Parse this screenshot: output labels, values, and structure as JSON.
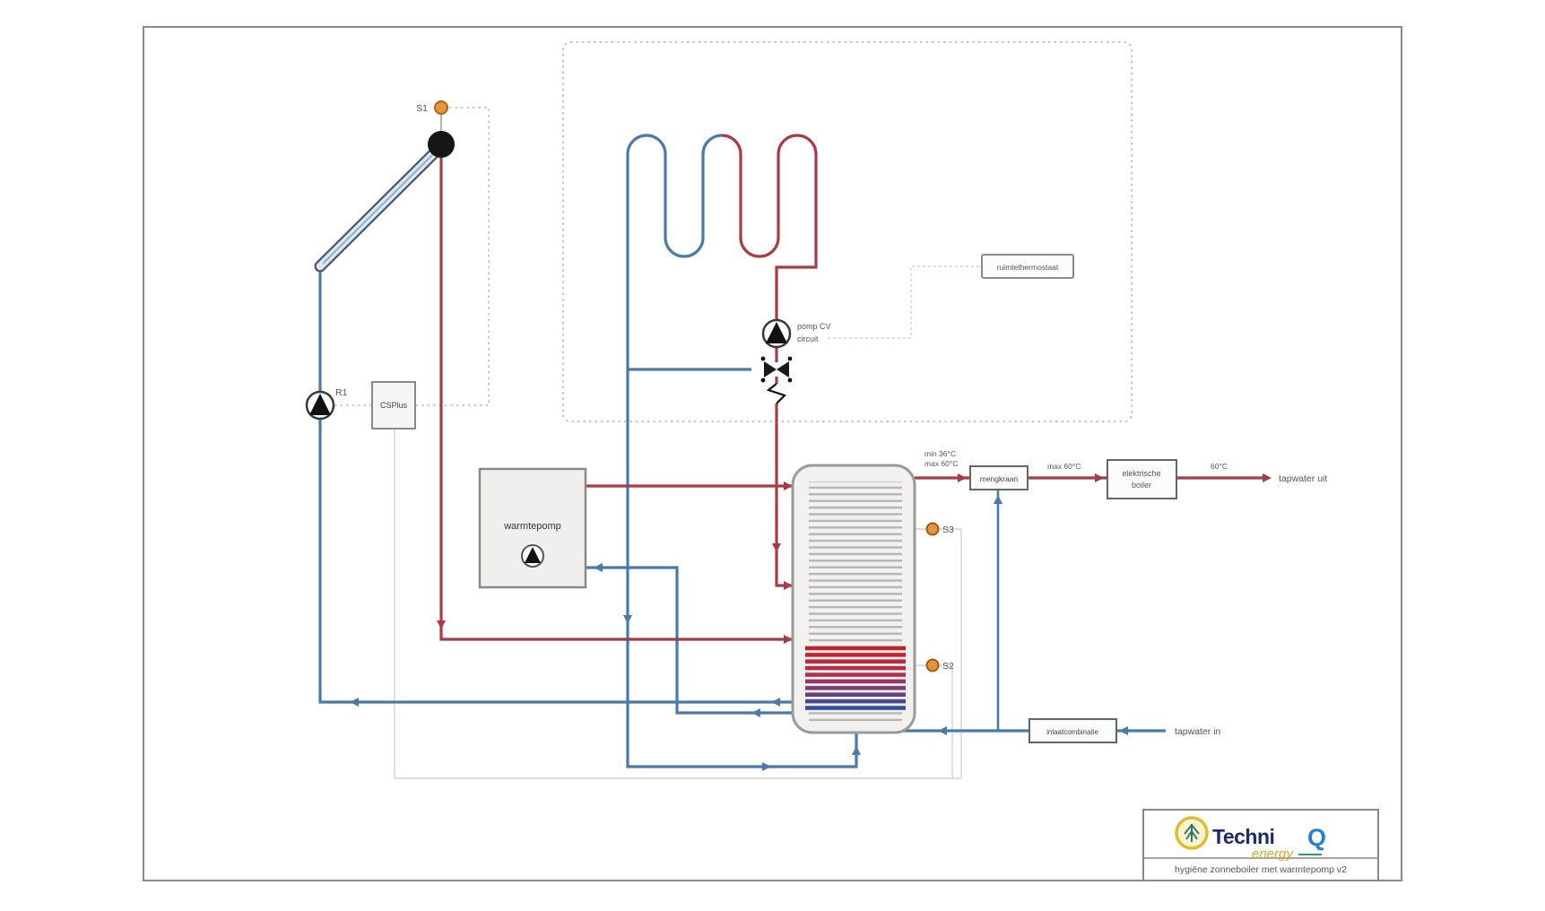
{
  "diagram": {
    "sensors": {
      "s1": "S1",
      "s2": "S2",
      "s3": "S3"
    },
    "pumps": {
      "r1": "R1",
      "cv_line1": "pomp CV",
      "cv_line2": "circuit"
    },
    "controller": {
      "label": "CSPlus"
    },
    "boxes": {
      "ruimtethermostaat": "ruimtethermostaat",
      "warmtepomp": "warmtepomp",
      "mengkraan": "mengkraan",
      "elektrische_boiler_line1": "elektrische",
      "elektrische_boiler_line2": "boiler",
      "inlaatcombinatie": "inlaatcombinatie"
    },
    "temps": {
      "tank_out_min": "min 36°C",
      "tank_out_max": "max 60°C",
      "mengkraan_out": "max 60°C",
      "boiler_out": "60°C"
    },
    "flows": {
      "tapwater_uit": "tapwater uit",
      "tapwater_in": "tapwater in"
    }
  },
  "title_block": {
    "brand_part1": "Techni",
    "brand_part2": "Q",
    "brand_sub": "energy",
    "drawing_title": "hygiëne zonneboiler met warmtepomp v2"
  },
  "colors": {
    "hot_pipe": "#a83c42",
    "cold_pipe": "#4a7aa8",
    "sensor_orange": "#e8943a",
    "box_border": "#8a8a8a",
    "dotted_gray": "#b4b4b4",
    "brand_navy": "#1b2a6b",
    "brand_blue": "#2a7fd0",
    "brand_gold": "#d4a92a"
  }
}
